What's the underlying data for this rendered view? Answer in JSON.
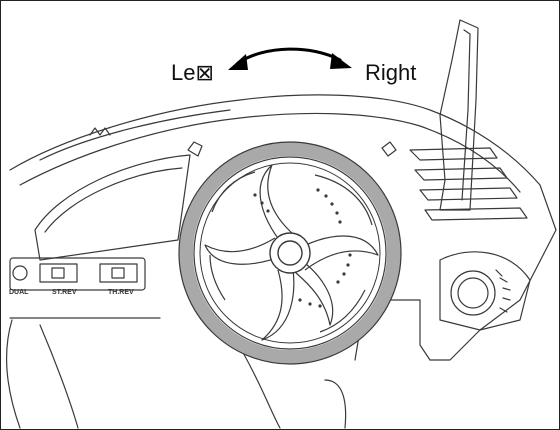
{
  "labels": {
    "left": "Le⊠",
    "right": "Right",
    "st_rev": "ST.REV",
    "th_rev": "TH.REV",
    "dual": "DUAL"
  },
  "colors": {
    "stroke": "#3a3a3a",
    "wheel_ring": "#a9a9a9",
    "arrow": "#000000"
  },
  "icons": {
    "steering": "double-headed-curved-arrow-icon"
  }
}
